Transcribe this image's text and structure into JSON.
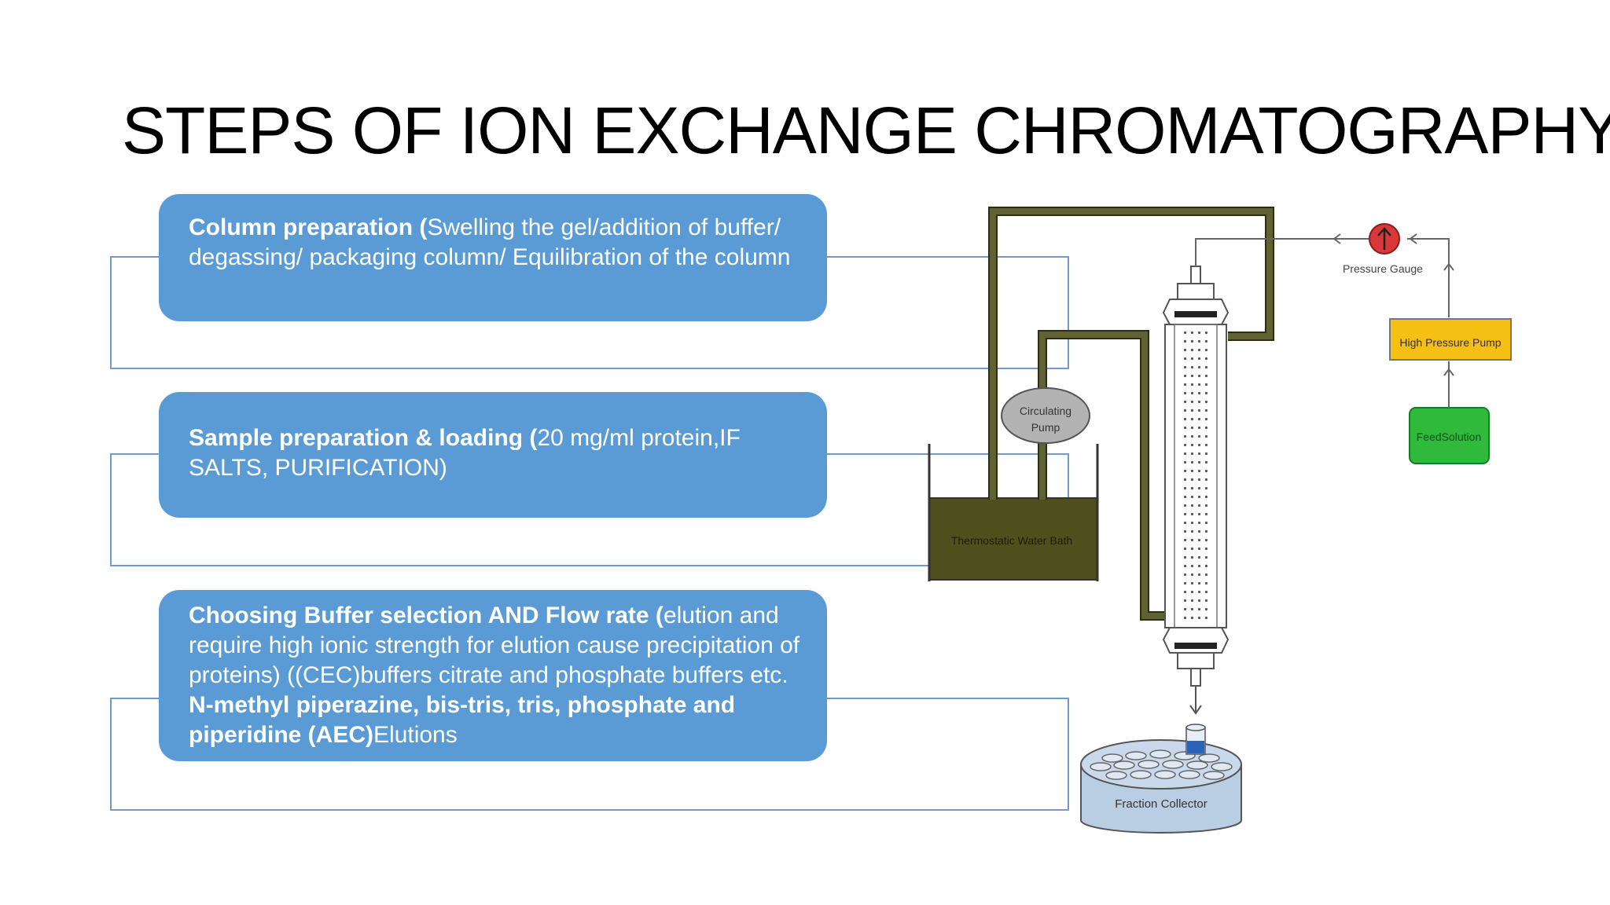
{
  "title": "STEPS OF ION EXCHANGE CHROMATOGRAPHY",
  "steps": [
    {
      "bold": "Column preparation (",
      "rest": "Swelling the gel/addition of buffer/ degassing/ packaging column/  Equilibration of the column"
    },
    {
      "bold": "Sample preparation & loading (",
      "rest": "20 mg/ml protein,IF SALTS, PURIFICATION)"
    },
    {
      "bold": "Choosing Buffer selection AND Flow rate (",
      "rest": "elution and require high ionic strength for elution cause precipitation of proteins) ((CEC)buffers citrate and phosphate buffers etc. ",
      "bold2": "N-methyl piperazine, bis-tris, tris, phosphate and piperidine (AEC)",
      "rest2": "Elutions"
    }
  ],
  "diagram": {
    "pressure_gauge": "Pressure Gauge",
    "high_pressure_pump": "High Pressure Pump",
    "feed_solution": "FeedSolution",
    "circulating_pump_line1": "Circulating",
    "circulating_pump_line2": "Pump",
    "water_bath": "Thermostatic Water Bath",
    "fraction_collector": "Fraction Collector",
    "colors": {
      "tube": "#5f6232",
      "bath": "#4f4f1e",
      "pump_box": "#f5c013",
      "feed_box": "#2fba3c",
      "gauge": "#d9383a",
      "collector": "#b9cde3",
      "step_box": "#5b9bd5"
    }
  }
}
